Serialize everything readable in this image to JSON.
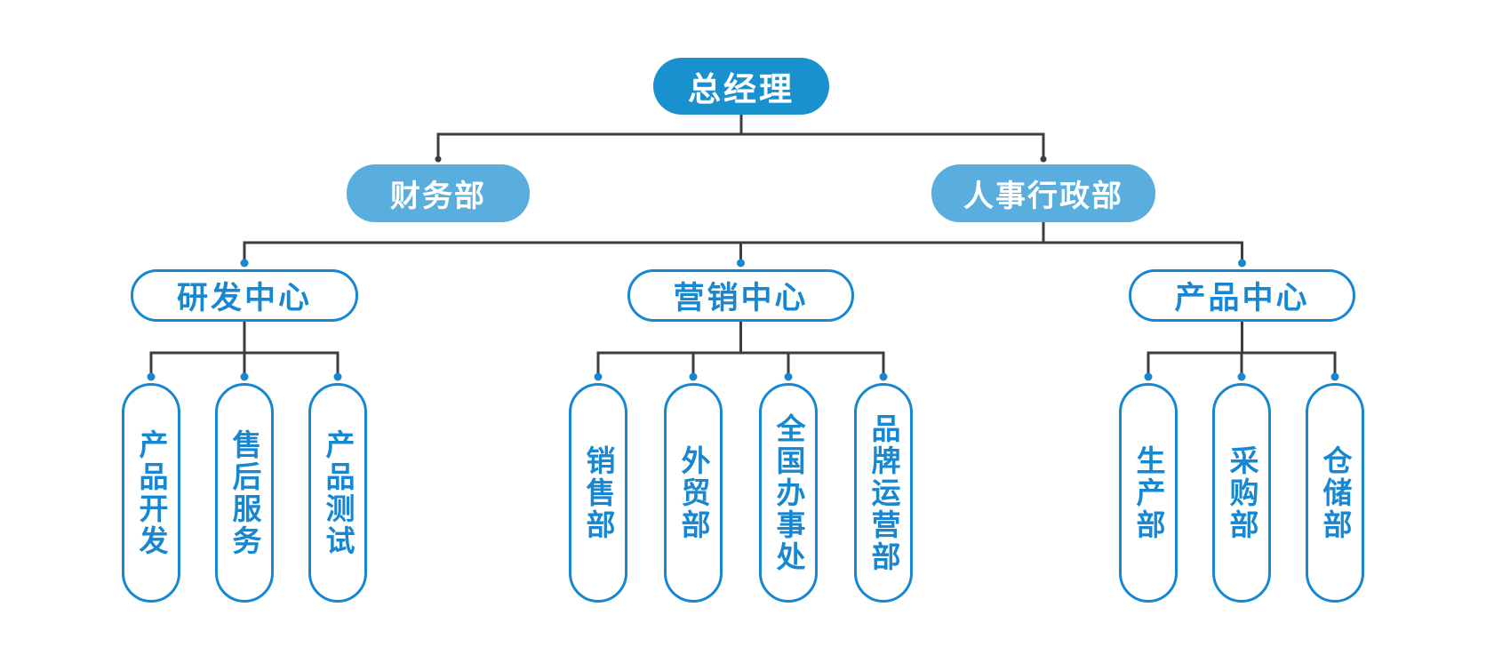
{
  "diagram": {
    "type": "org-chart",
    "root": {
      "label": "总经理"
    },
    "level2": [
      {
        "label": "财务部"
      },
      {
        "label": "人事行政部"
      }
    ],
    "centers": [
      {
        "label": "研发中心",
        "children": [
          "产品开发",
          "售后服务",
          "产品测试"
        ]
      },
      {
        "label": "营销中心",
        "children": [
          "销售部",
          "外贸部",
          "全国办事处",
          "品牌运营部"
        ]
      },
      {
        "label": "产品中心",
        "children": [
          "生产部",
          "采购部",
          "仓储部"
        ]
      }
    ],
    "colors": {
      "root_fill": "#1991CE",
      "level2_fill": "#59AEDE",
      "outline_blue": "#1787D2",
      "connector_gray": "#3D3D3D",
      "background": "#FFFFFF"
    }
  }
}
